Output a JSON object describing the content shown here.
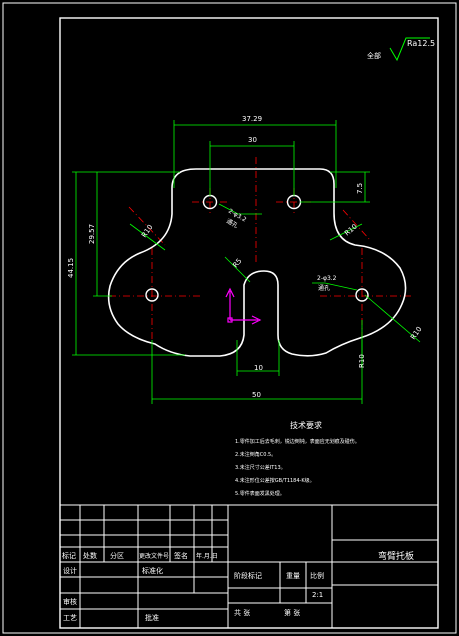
{
  "surface_finish": {
    "prefix": "全部",
    "value": "Ra12.5"
  },
  "dimensions": {
    "top_overall": "37.29",
    "top_holes": "30",
    "left_outer": "44.15",
    "left_inner": "29.57",
    "right_small": "7.5",
    "slot_width": "10",
    "bottom_overall": "50",
    "hole_note_left": "2-φ3.2",
    "hole_note_left_sub": "通孔",
    "hole_note_right": "2-φ3.2",
    "hole_note_right_sub": "通孔",
    "radius_top_left": "R10",
    "radius_top_right": "R10",
    "radius_right": "R10",
    "radius_bottom_right": "R10",
    "radius_center": "R5"
  },
  "tech_req": {
    "title": "技术要求",
    "items": [
      "1.零件加工后去毛刺，锐边倒钝，表面应无划痕及碰伤。",
      "2.未注倒角C0.5。",
      "3.未注尺寸公差IT13。",
      "4.未注形位公差按GB/T1184-K级。",
      "5.零件表面发黑处理。"
    ]
  },
  "title_block": {
    "part_name": "弯臂托板",
    "header_cells": [
      "标记",
      "处数",
      "分区",
      "更改文件号",
      "签名",
      "年.月.日"
    ],
    "row_design": "设计",
    "row_standard": "标准化",
    "row_review": "审核",
    "row_process": "工艺",
    "row_approve": "批准",
    "stage_label": "阶段标记",
    "weight_label": "重量",
    "scale_label": "比例",
    "scale_value": "2:1",
    "sheet_total": "共    张",
    "sheet_no": "第    张"
  },
  "colors": {
    "outline": "#ffffff",
    "dimension": "#00ff00",
    "centerline": "#ff0000",
    "axis": "#ff00ff",
    "border": "#ffffff"
  }
}
